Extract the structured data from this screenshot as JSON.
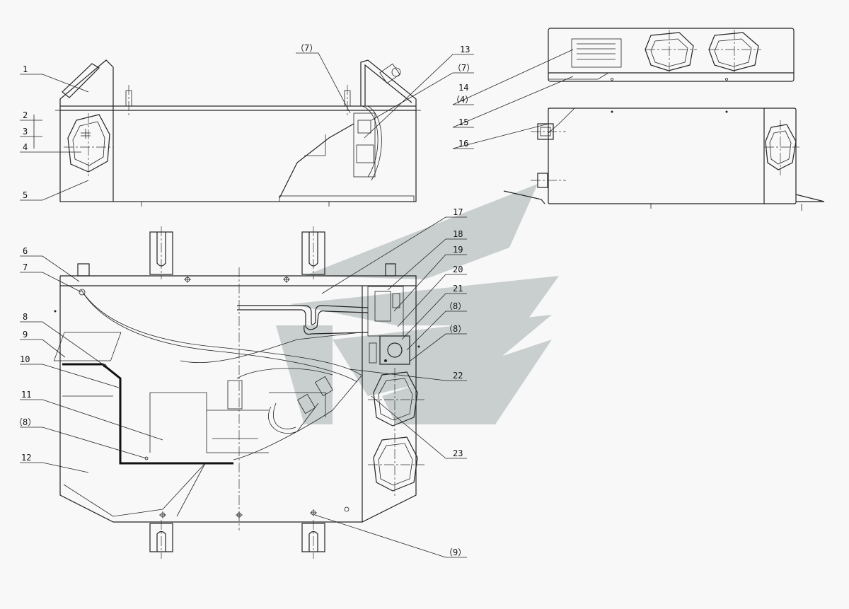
{
  "colors": {
    "line": "#222222",
    "background": "#f8f8f8",
    "watermark": "#c9cfcf"
  },
  "callouts": {
    "c1": "1",
    "c2": "2",
    "c3": "3",
    "c4": "4",
    "c5": "5",
    "c7a": "（7）",
    "c13": "13",
    "c7b": "（7）",
    "c14": "14",
    "c4b": "（4）",
    "c15": "15",
    "c16": "16",
    "c6": "6",
    "c7": "7",
    "c8": "8",
    "c9": "9",
    "c10": "10",
    "c11": "11",
    "c18a": "（8）",
    "c12": "12",
    "c17": "17",
    "c18": "18",
    "c19": "19",
    "c20": "20",
    "c21": "21",
    "c18b": "（8）",
    "c18c": "（8）",
    "c22": "22",
    "c23": "23",
    "c19b": "（9）"
  }
}
